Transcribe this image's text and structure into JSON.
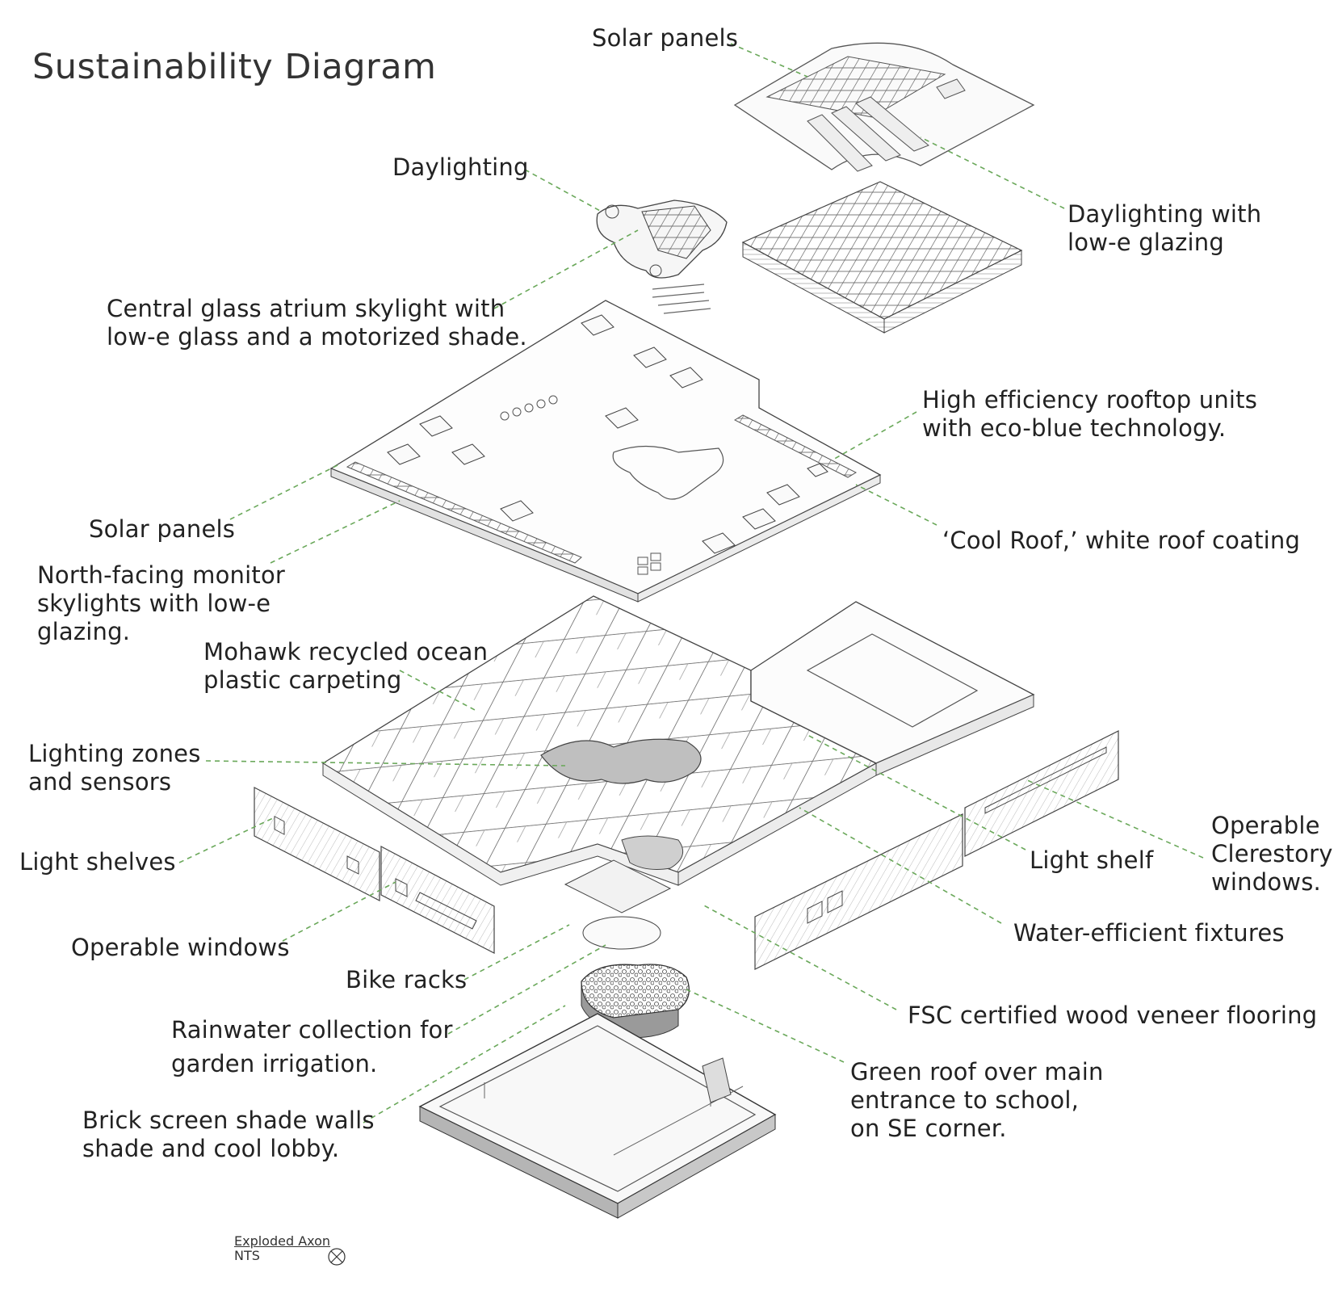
{
  "title": "Sustainability Diagram",
  "colors": {
    "leader": "#6aa85a",
    "line": "#555555",
    "fill_light": "#f4f4f4",
    "fill_mid": "#cfcfcf",
    "fill_dark": "#8a8a8a"
  },
  "labels": {
    "solar_panels_top": "Solar panels",
    "daylighting": "Daylighting",
    "daylighting_lowe": [
      "Daylighting with",
      "low-e glazing"
    ],
    "central_atrium": [
      "Central glass atrium skylight with",
      "low-e glass and a motorized shade."
    ],
    "rooftop_units": [
      "High efficiency rooftop units",
      "with eco-blue technology."
    ],
    "solar_panels_mid": "Solar panels",
    "cool_roof": "‘Cool Roof,’ white roof coating",
    "north_monitor": [
      "North-facing monitor",
      "skylights with low-e",
      "glazing."
    ],
    "mohawk": [
      "Mohawk recycled ocean",
      "plastic carpeting"
    ],
    "lighting_zones": [
      "Lighting zones",
      "and sensors"
    ],
    "light_shelves": "Light shelves",
    "operable_clerestory": [
      "Operable",
      "Clerestory",
      "windows."
    ],
    "light_shelf": "Light shelf",
    "water_efficient": "Water-efficient fixtures",
    "operable_windows": "Operable windows",
    "bike_racks": "Bike racks",
    "fsc_flooring": "FSC certified wood veneer flooring",
    "rainwater": [
      "Rainwater collection for",
      "garden irrigation."
    ],
    "green_roof": [
      "Green roof over main",
      "entrance to school,",
      "on SE corner."
    ],
    "brick_screen": [
      "Brick screen shade walls",
      "shade and cool lobby."
    ]
  },
  "scale_note": {
    "title": "Exploded Axon",
    "scale": "NTS"
  }
}
